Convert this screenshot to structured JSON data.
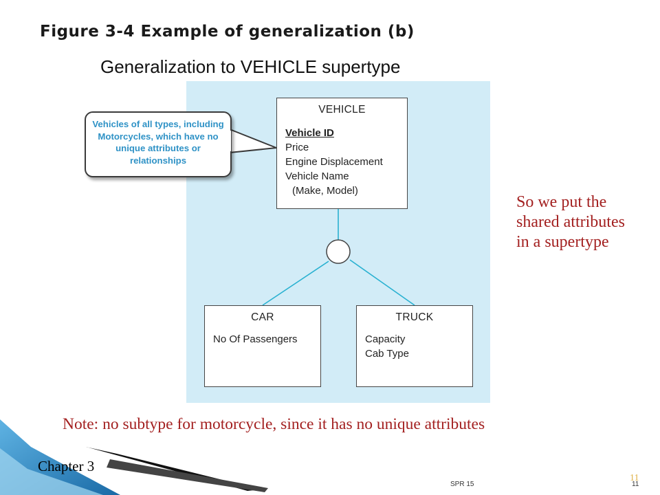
{
  "slide": {
    "title": "Figure 3-4 Example of generalization (b)",
    "subtitle": "Generalization to VEHICLE supertype",
    "side_note": "So we put the shared attributes in a supertype",
    "bottom_note": "Note: no subtype for motorcycle, since it has no unique attributes",
    "chapter": "Chapter 3",
    "footer_center": "SPR 15",
    "page_number": "11"
  },
  "diagram": {
    "callout": "Vehicles of all types, including Motorcycles, which have no unique attributes or relationships",
    "supertype": {
      "name": "VEHICLE",
      "key_attribute": "Vehicle ID",
      "attributes": [
        "Price",
        "Engine Displacement",
        "Vehicle Name"
      ],
      "composite_detail": "(Make, Model)"
    },
    "subtypes": [
      {
        "name": "CAR",
        "attributes": [
          "No Of Passengers"
        ]
      },
      {
        "name": "TRUCK",
        "attributes": [
          "Capacity",
          "Cab Type"
        ]
      }
    ]
  },
  "colors": {
    "panel_background": "#d2ecf7",
    "connector_line": "#29b1d1",
    "callout_text": "#2f92c6",
    "note_text": "#a32020",
    "deco_blue": "#1f7bb5"
  }
}
